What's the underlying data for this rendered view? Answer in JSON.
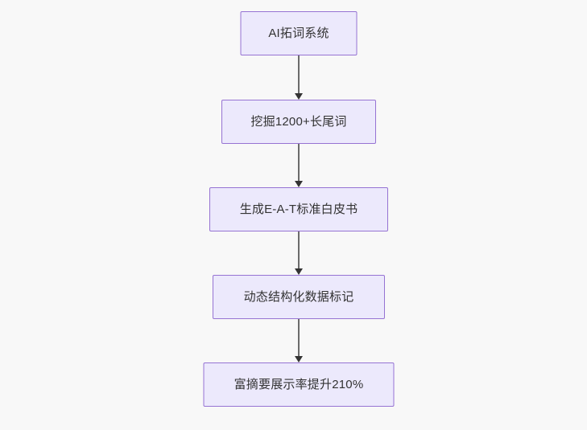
{
  "diagram": {
    "type": "flowchart",
    "direction": "top-to-bottom",
    "background_color": "#f8f8f8",
    "node_fill_color": "#ece9fc",
    "node_border_color": "#9673d3",
    "node_text_color": "#333333",
    "edge_color": "#6b6b6b",
    "arrowhead_color": "#333333",
    "nodes": [
      {
        "id": "n1",
        "label": "AI拓词系统"
      },
      {
        "id": "n2",
        "label": "挖掘1200+长尾词"
      },
      {
        "id": "n3",
        "label": "生成E-A-T标准白皮书"
      },
      {
        "id": "n4",
        "label": "动态结构化数据标记"
      },
      {
        "id": "n5",
        "label": "富摘要展示率提升210%"
      }
    ],
    "edges": [
      {
        "from": "n1",
        "to": "n2",
        "label": "",
        "arrow": "arrow-down-icon"
      },
      {
        "from": "n2",
        "to": "n3",
        "label": "",
        "arrow": "arrow-down-icon"
      },
      {
        "from": "n3",
        "to": "n4",
        "label": "",
        "arrow": "arrow-down-icon"
      },
      {
        "from": "n4",
        "to": "n5",
        "label": "",
        "arrow": "arrow-down-icon"
      }
    ]
  }
}
